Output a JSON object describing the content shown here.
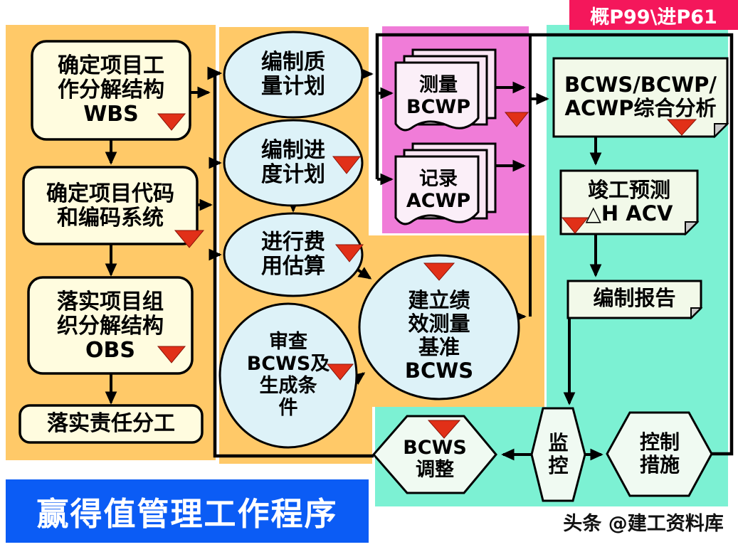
{
  "slide": {
    "badge": "概P99\\进P61",
    "title": "赢得值管理工作程序",
    "watermark": "头条 @建工资料库"
  },
  "nodes": {
    "wbs": "确定项目工\n作分解结构\nWBS",
    "code_system": "确定项目代码\n和编码系统",
    "obs": "落实项目组\n织分解结构\nOBS",
    "responsibility": "落实责任分工",
    "quality_plan": "编制质\n量计划",
    "schedule_plan": "编制进\n度计划",
    "cost_estimate": "进行费\n用估算",
    "review_bcws": "审查\nBCWS及\n生成条\n件",
    "baseline_bcws": "建立绩\n效测量\n基准\nBCWS",
    "measure_bcwp": "测量\nBCWP",
    "record_acwp": "记录\nACWP",
    "analysis": "BCWS/BCWP/\nACWP综合分析",
    "forecast": "竣工预测\n△H ACV",
    "report": "编制报告",
    "monitor": "监\n控",
    "control_measures": "控制\n措施",
    "bcws_adjust": "BCWS\n调整"
  },
  "palette": {
    "panel_orange": "#FFC968",
    "panel_turquoise": "#7CF1D3",
    "panel_pink": "#F07CD8",
    "doc_pink_fill": "#FAE6F4",
    "box_cream_fill": "#FFFCDF",
    "ellipse_blue_fill": "#DDF2F8",
    "doc_green_fill": "#F2F9E9",
    "hexagon_fill": "#F0FAF2",
    "title_blue": "#0B5CF5",
    "badge_pink": "#F4175B",
    "red_triangle": "#E13018"
  }
}
